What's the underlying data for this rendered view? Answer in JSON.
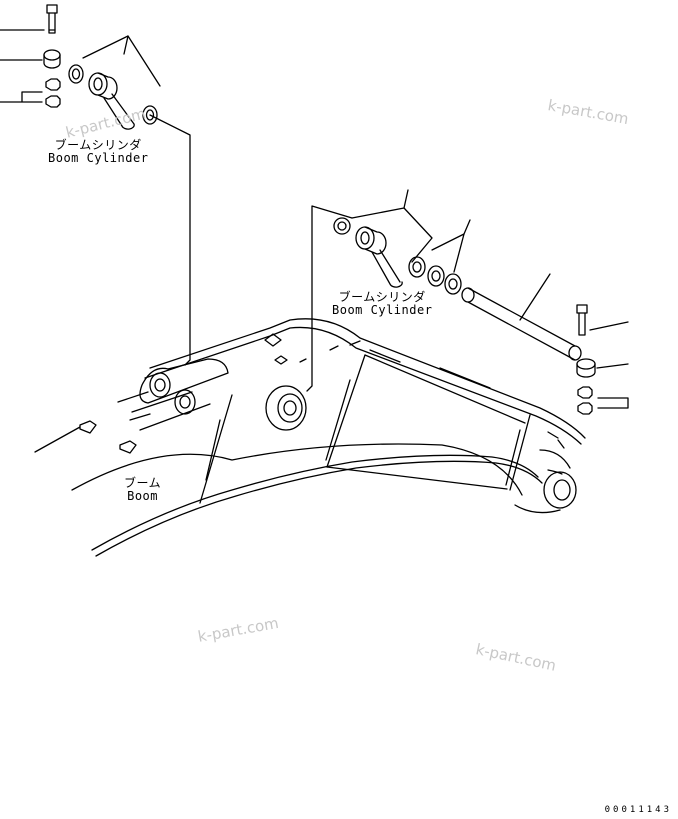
{
  "labels": {
    "boom_cylinder_upper": {
      "jp": "ブームシリンダ",
      "en": "Boom Cylinder"
    },
    "boom_cylinder_lower": {
      "jp": "ブームシリンダ",
      "en": "Boom Cylinder"
    },
    "boom": {
      "jp": "ブーム",
      "en": "Boom"
    }
  },
  "watermarks": [
    "k-part.com",
    "k-part.com",
    "k-part.com",
    "k-part.com"
  ],
  "drawing_number": "00011143"
}
